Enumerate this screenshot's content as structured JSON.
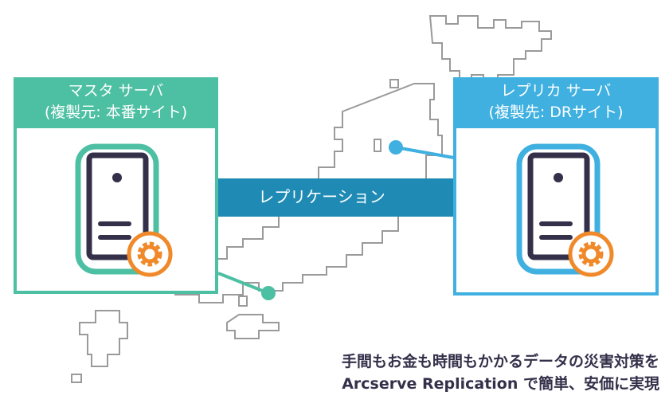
{
  "master": {
    "title": "マスタ サーバ",
    "subtitle": "(複製元: 本番サイト)"
  },
  "replica": {
    "title": "レプリカ サーバ",
    "subtitle": "(複製先: DRサイト)"
  },
  "arrow": {
    "label": "レプリケーション"
  },
  "caption": {
    "line1": "手間もお金も時間もかかるデータの災害対策を",
    "line2": "Arcserve Replication で簡単、安価に実現"
  },
  "colors": {
    "master": "#4dbfa3",
    "replica": "#3fb0e0",
    "arrow": "#1f8bb5",
    "server": "#35304a",
    "gear": "#f0892a"
  }
}
